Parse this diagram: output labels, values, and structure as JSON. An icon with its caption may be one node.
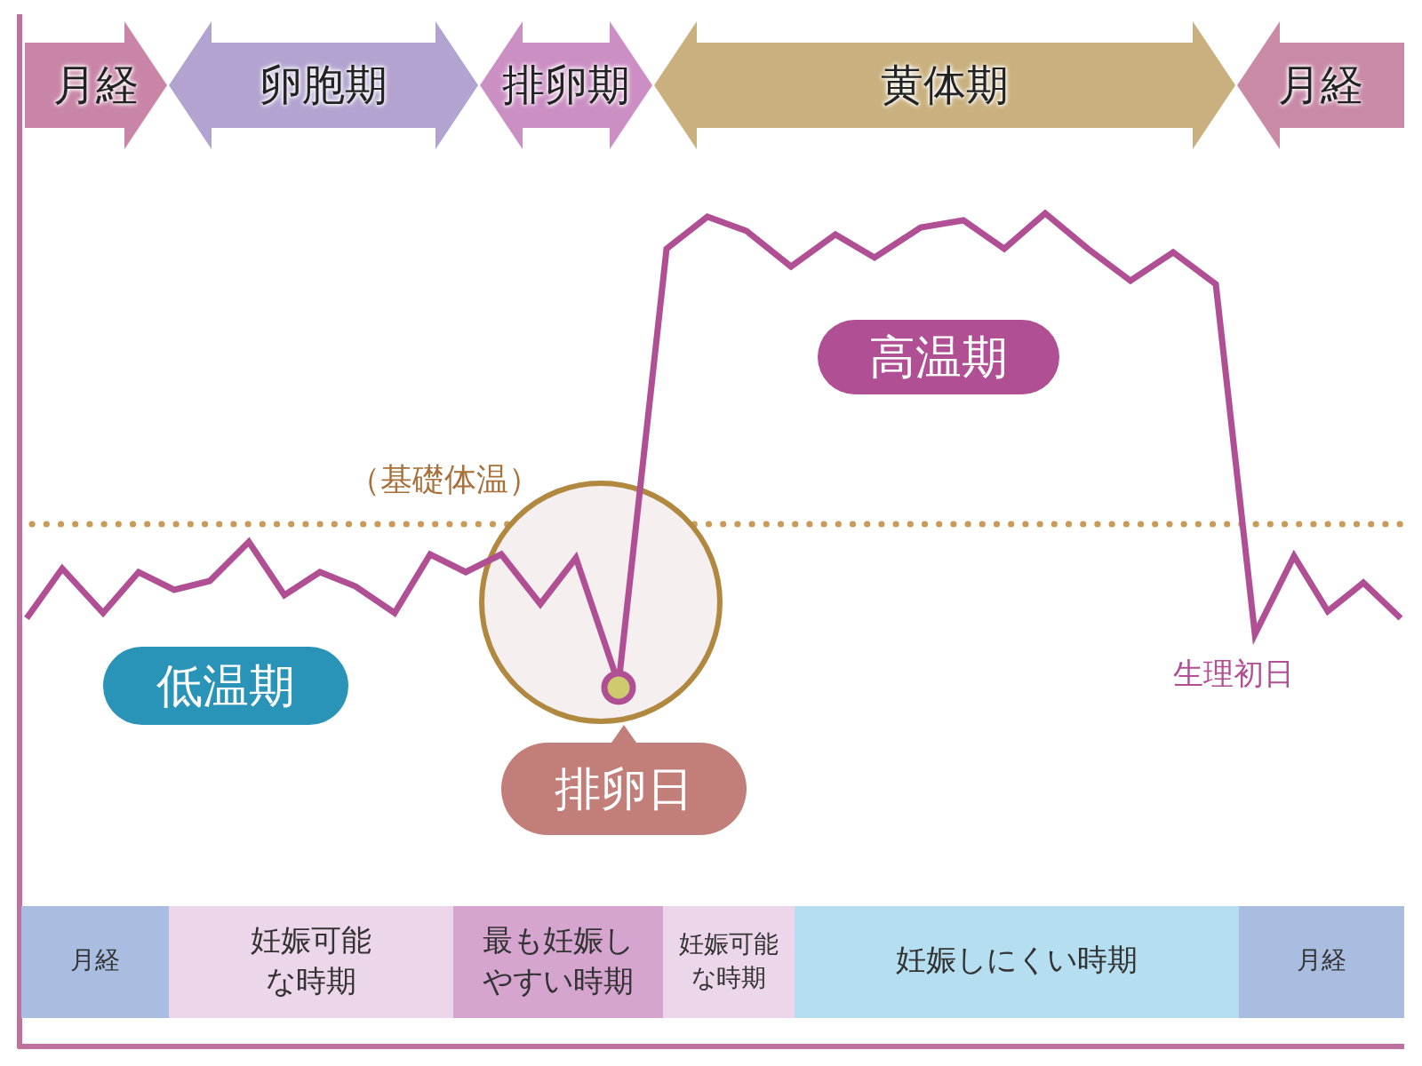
{
  "diagram": {
    "nodes": [
      {
        "text": [
          "月経"
        ]
      },
      {
        "text": [
          "卵胞期"
        ]
      },
      {
        "text": [
          "排卵期"
        ]
      },
      {
        "text": [
          "黄体期"
        ]
      },
      {
        "text": [
          "月経"
        ]
      },
      {
        "text": [
          "高温期"
        ]
      },
      {
        "text": [
          "低温期"
        ]
      },
      {
        "text": [
          "排卵日"
        ]
      },
      {
        "text": [
          "月経"
        ]
      },
      {
        "text": [
          "妊娠可能な時期"
        ]
      },
      {
        "text": [
          "最も妊娠しやすい時期"
        ]
      },
      {
        "text": [
          "妊娠可能な時期"
        ]
      },
      {
        "text": [
          "妊娠しにくい時期"
        ]
      },
      {
        "text": [
          "月経"
        ]
      }
    ],
    "labels": [
      "（基礎体温）",
      "生理初日"
    ]
  }
}
